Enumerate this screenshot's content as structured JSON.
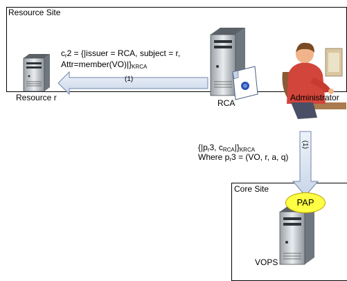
{
  "resource_site": {
    "label": "Resource Site"
  },
  "core_site": {
    "label": "Core Site"
  },
  "nodes": {
    "resource": "Resource r",
    "rca": "RCA",
    "admin": "Administrator",
    "vops": "VOPS",
    "pap": "PAP"
  },
  "credential_cr2": {
    "c": "c",
    "c_sub": "r",
    "eq": "2 = {|issuer = RCA, subject = r,",
    "attr": "Attr=member(VO)|}",
    "attr_sub": "KRCA"
  },
  "arrow_rca": {
    "label": "(1)"
  },
  "arrow_admin": {
    "label": "(1)"
  },
  "policy": {
    "open": "{|p",
    "p_sub": "r",
    "mid": "3, c",
    "c_sub": "RCA",
    "close": "|}",
    "close_sub": "KRCA",
    "where_pre": "Where p",
    "where_sub": "r",
    "where_post": "3 = (VO, r, a, q)"
  },
  "colors": {
    "arrow_fill": "#dde7f4",
    "arrow_stroke": "#6f86a8",
    "pap_fill": "#ffff44"
  }
}
